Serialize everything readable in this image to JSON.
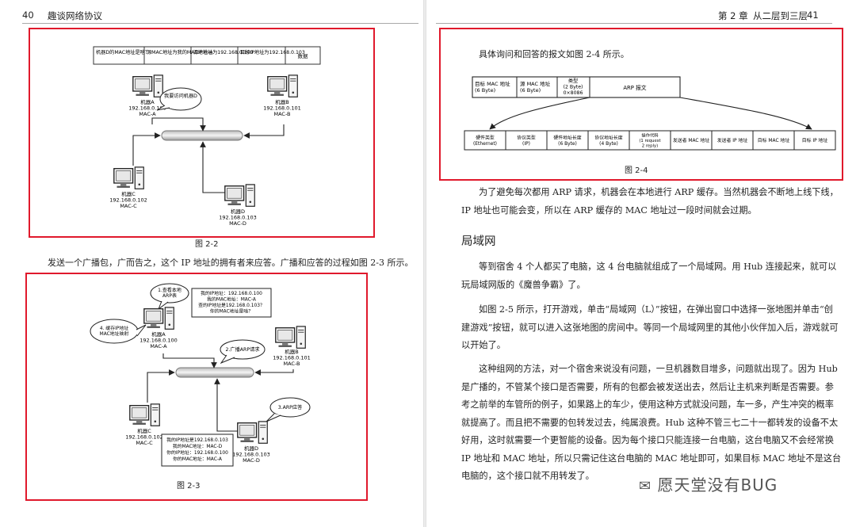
{
  "left": {
    "page_number": "40",
    "running_title": "趣谈网络协议",
    "fig22": {
      "caption": "图 2-2",
      "packet": [
        "机器D的MAC地址是啥？",
        "源MAC地址为我的MAC地址-A",
        "源IP地址为192.168.0.100",
        "目标IP地址为192.168.0.103",
        "数据"
      ],
      "bubble": "我要访问机器D",
      "machines": {
        "a": [
          "机器A",
          "192.168.0.100",
          "MAC-A"
        ],
        "b": [
          "机器B",
          "192.168.0.101",
          "MAC-B"
        ],
        "c": [
          "机器C",
          "192.168.0.102",
          "MAC-C"
        ],
        "d": [
          "机器D",
          "192.168.0.103",
          "MAC-D"
        ]
      }
    },
    "body": "发送一个广播包，广而告之，这个 IP 地址的拥有者来应答。广播和应答的过程如图 2-3 所示。",
    "fig23": {
      "caption": "图 2-3",
      "bubble1": [
        "1.查看本地",
        "ARP表"
      ],
      "bubble4": [
        "4. 缓存IP地址",
        "MAC地址映射"
      ],
      "bubble2": "2.广播ARP请求",
      "bubble3": "3.ARP应答",
      "request": [
        "我的IP地址：192.168.0.100",
        "我的MAC地址：MAC-A",
        "查的IP地址是192.168.0.103？",
        "你的MAC地址是啥？"
      ],
      "reply": [
        "我的IP地址是192.168.0.103",
        "我的MAC地址：MAC-D",
        "你的IP地址：192.168.0.100",
        "你的MAC地址：MAC-A"
      ],
      "machines": {
        "a": [
          "机器A",
          "192.168.0.100",
          "MAC-A"
        ],
        "b": [
          "机器B",
          "192.168.0.101",
          "MAC-B"
        ],
        "c": [
          "机器C",
          "192.168.0.102",
          "MAC-C"
        ],
        "d": [
          "机器D",
          "192.168.0.103",
          "MAC-D"
        ]
      }
    }
  },
  "right": {
    "chapter": "第 2 章",
    "chapter_title": "从二层到三层",
    "page_number": "41",
    "intro": "具体询问和回答的报文如图 2-4 所示。",
    "fig24": {
      "caption": "图 2-4",
      "frame": [
        [
          "目标 MAC 地址",
          "(6 Byte)"
        ],
        [
          "源 MAC 地址",
          "(6 Byte)"
        ],
        [
          "类型",
          "(2 Byte)",
          "0×8086"
        ],
        [
          "ARP 报文"
        ]
      ],
      "fields": [
        [
          "硬件类型",
          "(Ethernet)"
        ],
        [
          "协议类型",
          "(IP)"
        ],
        [
          "硬件地址长度",
          "(6 Byte)"
        ],
        [
          "协议地址长度",
          "(4 Byte)"
        ],
        [
          "操作代码",
          "(1 request",
          "2 reply)"
        ],
        [
          "发送者 MAC 地址"
        ],
        [
          "发送者 IP 地址"
        ],
        [
          "目标 MAC 地址"
        ],
        [
          "目标 IP 地址"
        ]
      ]
    },
    "p1": "为了避免每次都用 ARP 请求，机器会在本地进行 ARP 缓存。当然机器会不断地上线下线，IP 地址也可能会变，所以在 ARP 缓存的 MAC 地址过一段时间就会过期。",
    "section": "局域网",
    "p2": "等到宿舍 4 个人都买了电脑，这 4 台电脑就组成了一个局域网。用 Hub 连接起来，就可以玩局域网版的《魔兽争霸》了。",
    "p3": "如图 2-5 所示，打开游戏，单击“局域网（L）”按钮，在弹出窗口中选择一张地图并单击“创建游戏”按钮，就可以进入这张地图的房间中。等同一个局域网里的其他小伙伴加入后，游戏就可以开始了。",
    "p4": "这种组网的方法，对一个宿舍来说没有问题，一旦机器数目增多，问题就出现了。因为 Hub 是广播的，不管某个接口是否需要，所有的包都会被发送出去，然后让主机来判断是否需要。参考之前举的车管所的例子，如果路上的车少，使用这种方式就没问题，车一多，产生冲突的概率就提高了。而且把不需要的包转发过去，纯属浪费。Hub 这种不管三七二十一都转发的设备不太好用，这时就需要一个更智能的设备。因为每个接口只能连接一台电脑，这台电脑又不会经常换 IP 地址和 MAC 地址，所以只需记住这台电脑的 MAC 地址即可，如果目标 MAC 地址不是这台电脑的，这个接口就不用转发了。",
    "watermark": "愿天堂没有BUG"
  }
}
